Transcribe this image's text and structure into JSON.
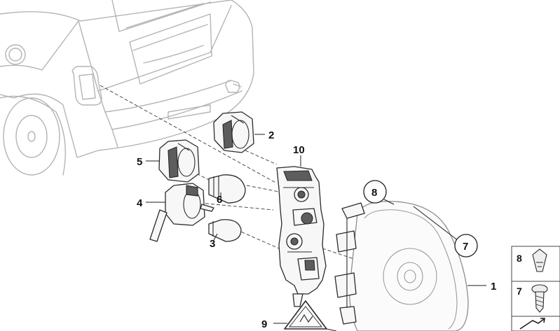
{
  "callouts": {
    "part_1": "1",
    "part_2": "2",
    "part_3": "3",
    "part_4": "4",
    "part_5": "5",
    "part_6": "6",
    "part_7": "7",
    "part_8": "8",
    "part_9": "9",
    "part_10": "10"
  },
  "legend": {
    "item_8": "8",
    "item_7": "7"
  },
  "icons": [
    "warning-triangle-icon",
    "arrow-icon"
  ]
}
